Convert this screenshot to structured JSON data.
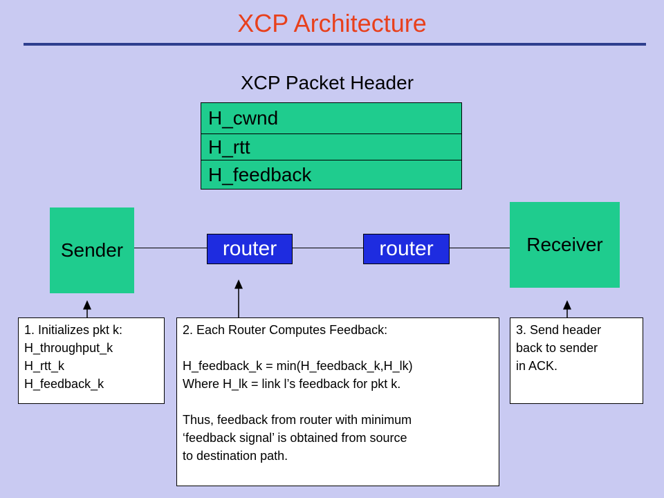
{
  "title": "XCP Architecture",
  "header": {
    "title": "XCP Packet Header",
    "fields": [
      "H_cwnd",
      "H_rtt",
      "H_feedback"
    ]
  },
  "nodes": {
    "sender": "Sender",
    "router1": "router",
    "router2": "router",
    "receiver": "Receiver"
  },
  "notes": {
    "sender_note": "1. Initializes pkt k:\nH_throughput_k\nH_rtt_k\nH_feedback_k",
    "router_note": "2. Each Router Computes Feedback:\n\nH_feedback_k = min(H_feedback_k,H_lk)\nWhere H_lk = link l’s feedback for pkt k.\n\nThus, feedback from router with minimum\n‘feedback signal’ is obtained from source\nto destination path.",
    "receiver_note": "3. Send header\nback to sender\nin ACK."
  },
  "colors": {
    "background": "#c9caf2",
    "title": "#e8401c",
    "rule": "#2e3f8e",
    "node": "#1fcc8e",
    "router": "#1e2ce0",
    "note": "#ffffff"
  }
}
